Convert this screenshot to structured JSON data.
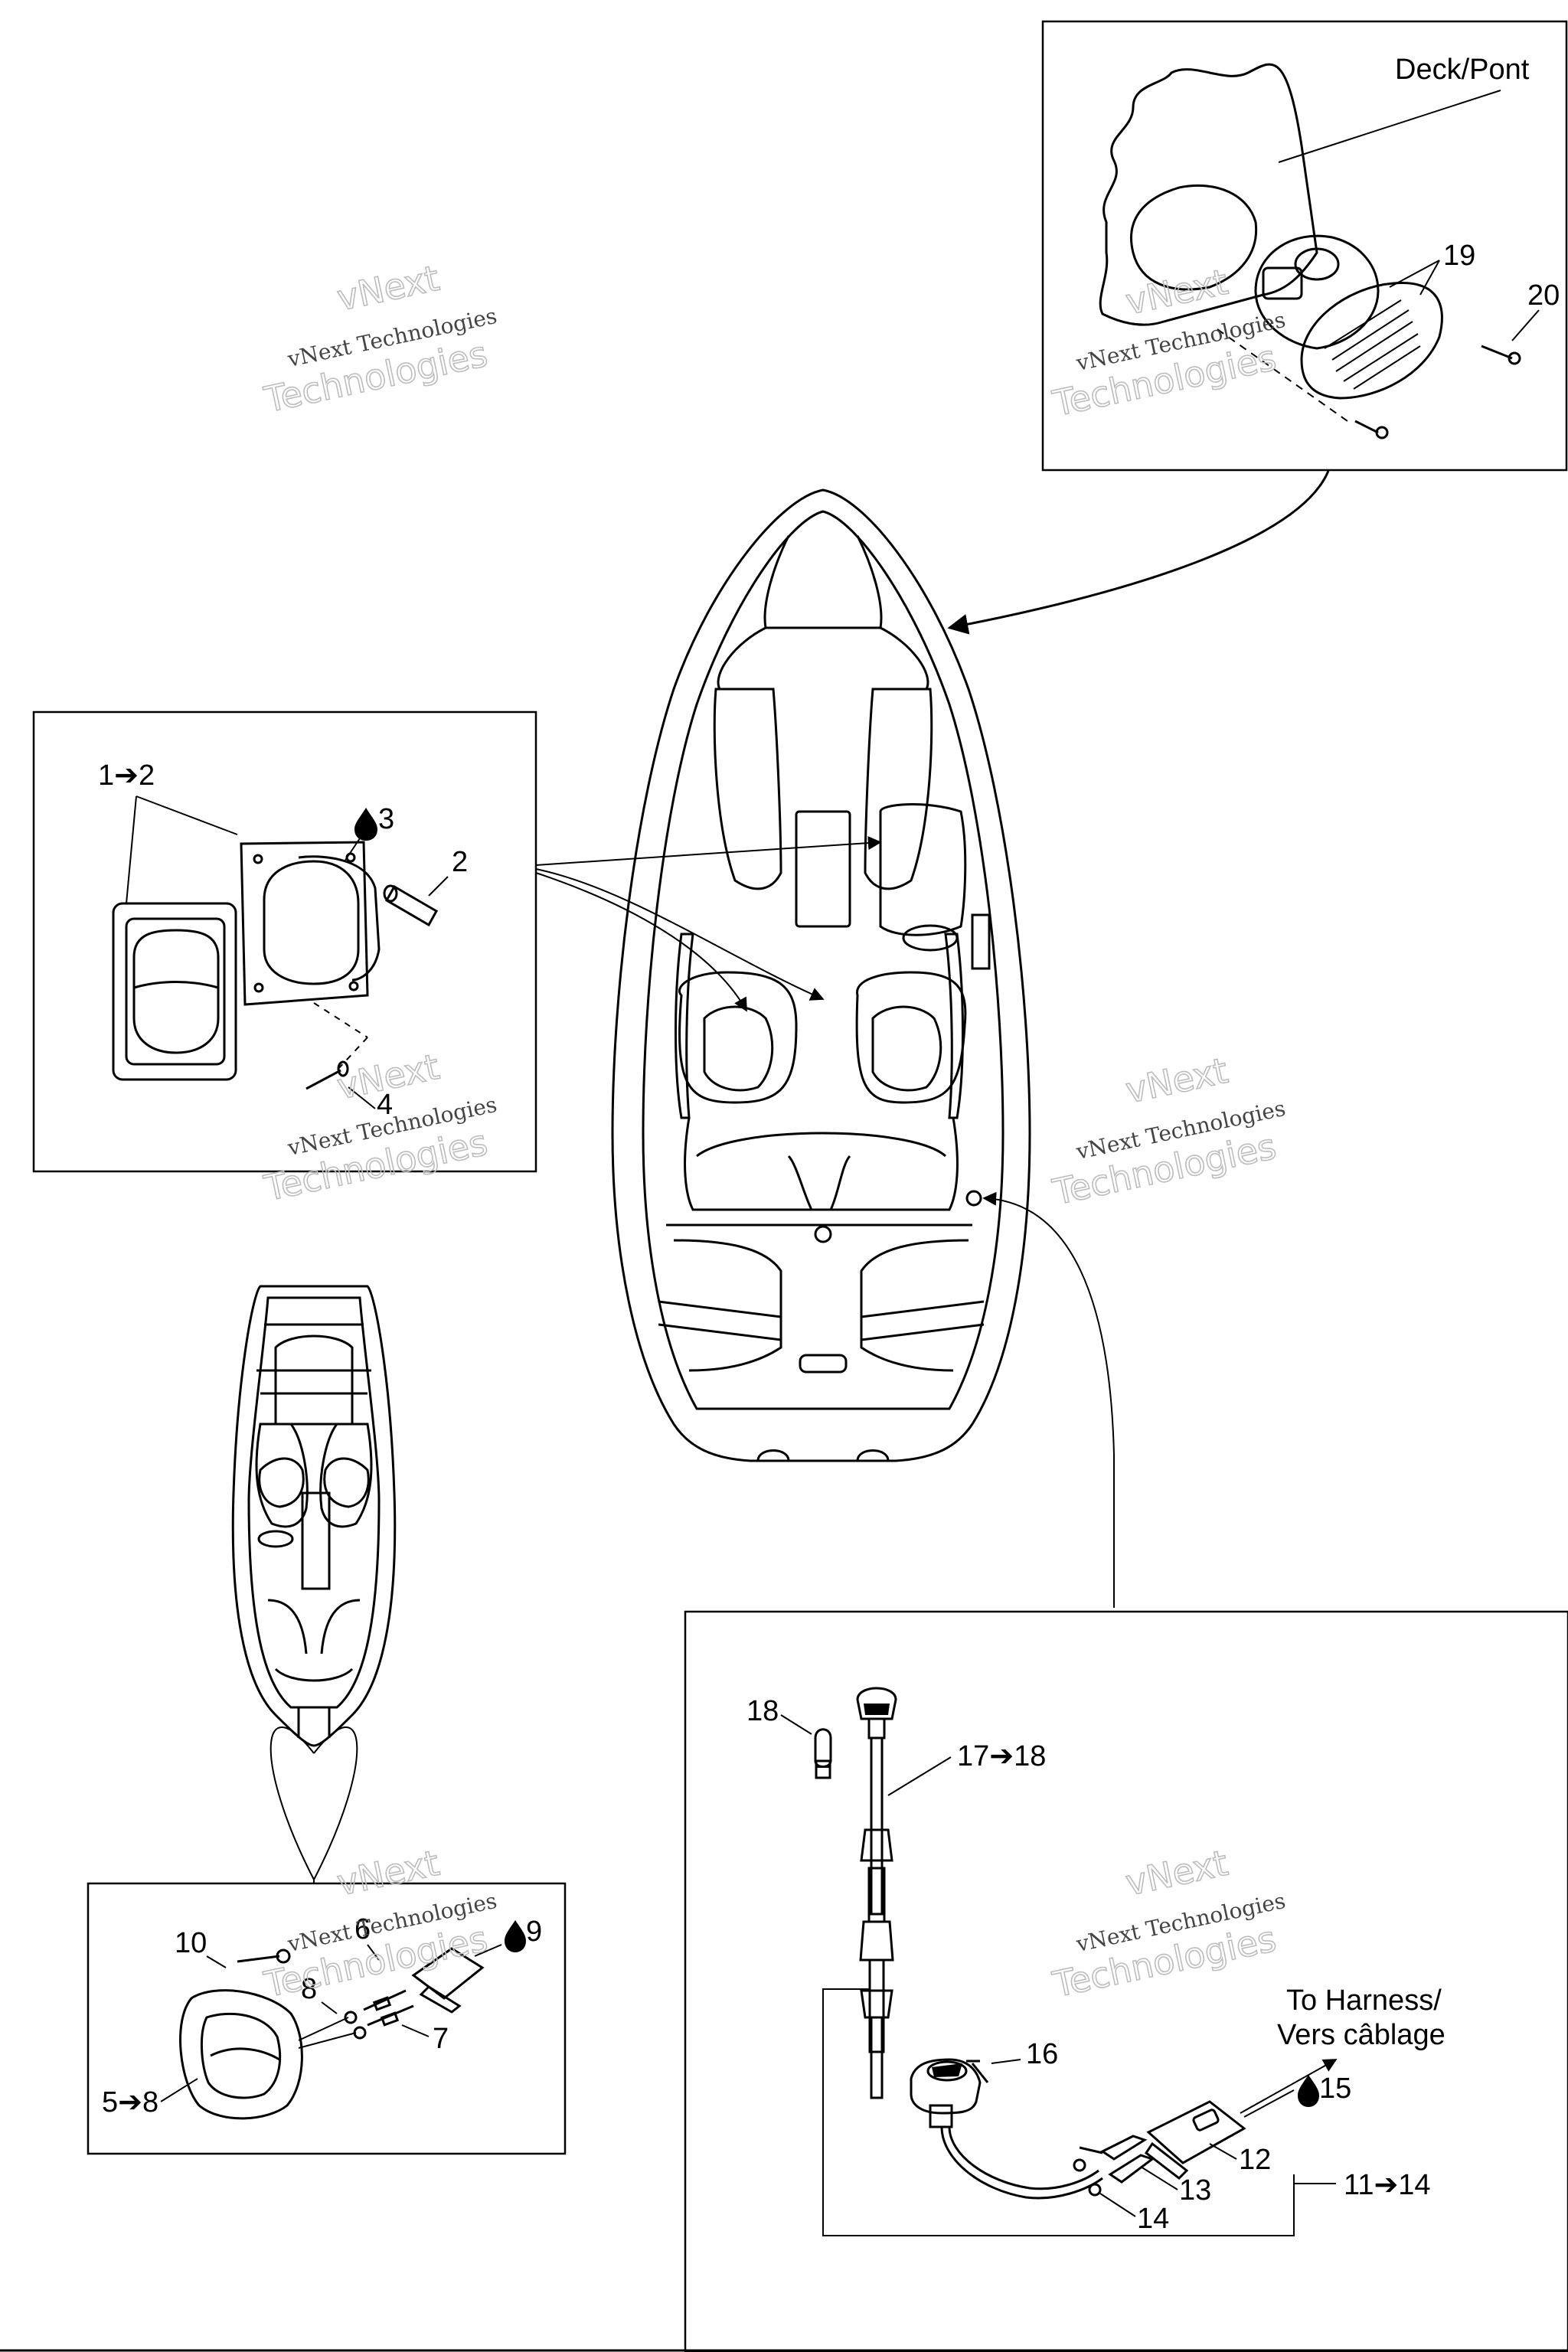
{
  "labels": {
    "deck": "Deck/Pont",
    "n19": "19",
    "n20": "20",
    "n1to2": "1➔2",
    "n3": "3",
    "n2": "2",
    "n4": "4",
    "n10": "10",
    "n6": "6",
    "n9": "9",
    "n8": "8",
    "n7": "7",
    "n5to8": "5➔8",
    "n18": "18",
    "n17to18": "17➔18",
    "to_harness": "To Harness/",
    "vers_cablage": "Vers câblage",
    "n16": "16",
    "n15": "15",
    "n12": "12",
    "n11to14": "11➔14",
    "n13": "13",
    "n14": "14"
  },
  "watermark": {
    "line1": "vNext Technologies",
    "top": "vNext",
    "bottom": "Technologies"
  },
  "icons": {
    "drop": "drop-icon",
    "arrow": "arrow-icon"
  }
}
